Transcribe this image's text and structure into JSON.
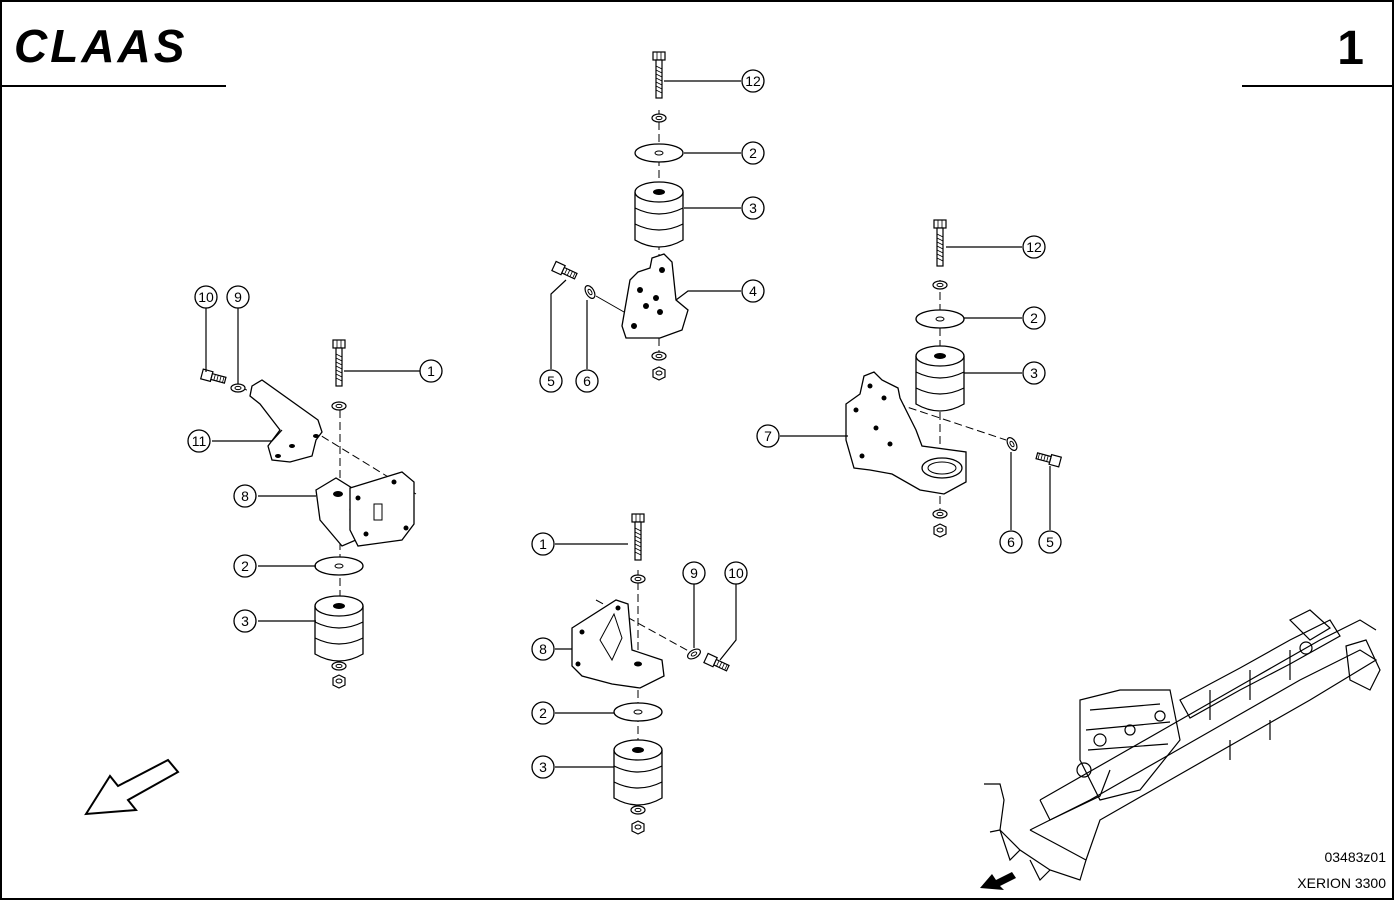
{
  "header": {
    "brand": "CLAAS",
    "page_number": "1"
  },
  "footer": {
    "drawing_code": "03483z01",
    "model": "XERION 3300"
  },
  "callouts": {
    "g1_10": "10",
    "g1_9": "9",
    "g1_1": "1",
    "g1_11": "11",
    "g1_8": "8",
    "g1_2": "2",
    "g1_3": "3",
    "g2_12": "12",
    "g2_2": "2",
    "g2_3": "3",
    "g2_4": "4",
    "g2_5": "5",
    "g2_6": "6",
    "g3_12": "12",
    "g3_2": "2",
    "g3_3": "3",
    "g3_7": "7",
    "g3_6": "6",
    "g3_5": "5",
    "g4_1": "1",
    "g4_9": "9",
    "g4_10": "10",
    "g4_8": "8",
    "g4_2": "2",
    "g4_3": "3"
  },
  "icons": [
    "direction-arrow",
    "location-arrow"
  ]
}
